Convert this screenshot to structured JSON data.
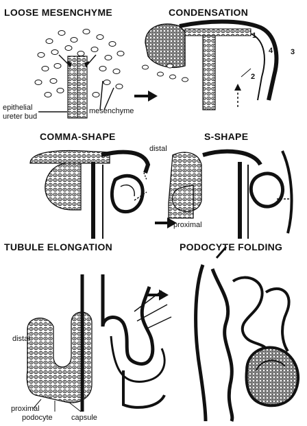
{
  "panels": {
    "loose_mesenchyme": {
      "title": "LOOSE MESENCHYME",
      "labels": {
        "epithelial": "epithelial",
        "ureter_bud": "ureter bud",
        "mesenchyme": "mesenchyme"
      }
    },
    "condensation": {
      "title": "CONDENSATION",
      "numbers": [
        "1",
        "2",
        "3",
        "4"
      ]
    },
    "comma_shape": {
      "title": "COMMA-SHAPE"
    },
    "s_shape": {
      "title": "S-SHAPE",
      "labels": {
        "distal": "distal",
        "proximal": "proximal"
      }
    },
    "tubule_elongation": {
      "title": "TUBULE ELONGATION",
      "labels": {
        "distal": "distal",
        "proximal": "proximal",
        "podocyte": "podocyte",
        "capsule": "capsule"
      }
    },
    "podocyte_folding": {
      "title": "PODOCYTE FOLDING"
    }
  }
}
